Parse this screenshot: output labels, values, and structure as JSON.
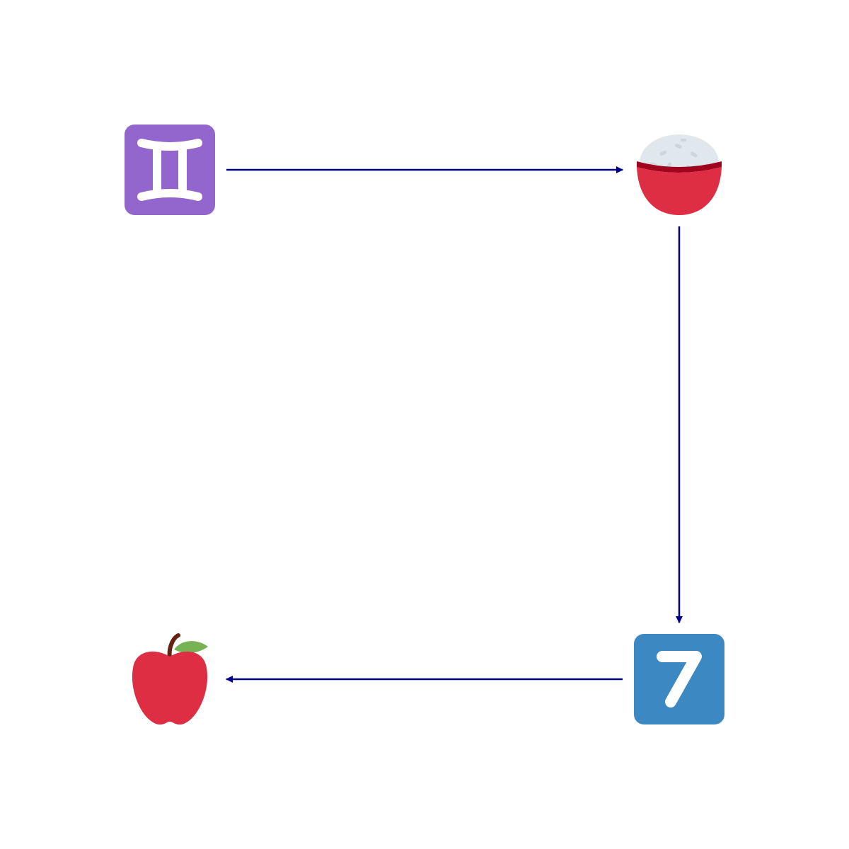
{
  "diagram": {
    "nodes": [
      {
        "id": "gemini",
        "icon": "gemini-icon",
        "color": "#9266cc",
        "glyph_color": "#ffffff"
      },
      {
        "id": "rice",
        "icon": "cooked-rice-icon",
        "bowl_color": "#dd2e44",
        "rim_color": "#a0041e",
        "rice_color": "#e1e8ed",
        "grain_color": "#ccd6dd"
      },
      {
        "id": "seven",
        "icon": "keycap-seven-icon",
        "color": "#3b88c3",
        "label": "7"
      },
      {
        "id": "apple",
        "icon": "red-apple-icon",
        "color": "#dd2e44",
        "leaf_color": "#77b255",
        "stem_color": "#662113"
      }
    ],
    "edges": [
      {
        "from": "gemini",
        "to": "rice"
      },
      {
        "from": "rice",
        "to": "seven"
      },
      {
        "from": "seven",
        "to": "apple"
      }
    ],
    "edge_color": "#00008b"
  }
}
